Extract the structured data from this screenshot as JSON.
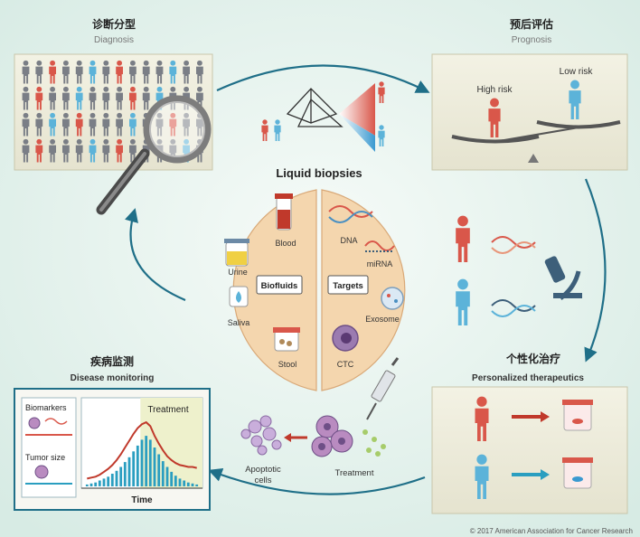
{
  "sections": {
    "diagnosis": {
      "title_zh": "诊断分型",
      "title_en": "Diagnosis"
    },
    "prognosis": {
      "title_zh": "预后评估",
      "title_en": "Prognosis",
      "high_risk": "High risk",
      "low_risk": "Low risk"
    },
    "personalized": {
      "title_zh": "个性化治疗",
      "title_en": "Personalized therapeutics"
    },
    "monitoring": {
      "title_zh": "疾病监测",
      "title_en": "Disease monitoring",
      "biomarkers": "Biomarkers",
      "tumor_size": "Tumor size",
      "treatment": "Treatment",
      "time": "Time"
    }
  },
  "center": {
    "title": "Liquid biopsies",
    "biofluids_label": "Biofluids",
    "targets_label": "Targets",
    "biofluids": [
      "Blood",
      "Urine",
      "Saliva",
      "Stool"
    ],
    "targets": [
      "DNA",
      "miRNA",
      "Exosome",
      "CTC"
    ]
  },
  "treatment_flow": {
    "treatment": "Treatment",
    "apoptotic_line1": "Apoptotic",
    "apoptotic_line2": "cells"
  },
  "copyright": "© 2017 American Association for Cancer Research",
  "chart_data": {
    "type": "bar",
    "title": "",
    "xlabel": "Time",
    "ylabel": "",
    "annotations": [
      "Treatment",
      "Biomarkers",
      "Tumor size"
    ],
    "values": [
      2,
      3,
      4,
      6,
      8,
      10,
      13,
      16,
      20,
      25,
      30,
      36,
      42,
      48,
      52,
      48,
      40,
      33,
      26,
      20,
      15,
      11,
      8,
      6,
      4,
      3,
      2
    ],
    "curve": [
      8,
      9,
      10,
      12,
      15,
      18,
      22,
      27,
      33,
      40,
      47,
      54,
      60,
      64,
      66,
      62,
      52,
      44,
      37,
      31,
      27,
      24,
      22,
      21,
      20,
      20,
      19
    ],
    "ylim": [
      0,
      80
    ],
    "treatment_start_index": 14
  },
  "colors": {
    "red": "#d9574a",
    "blue": "#5cb3d9",
    "grey": "#7a7e86",
    "teal": "#1f6f88",
    "plate": "#f4d6ae",
    "panel": "#efeede"
  }
}
